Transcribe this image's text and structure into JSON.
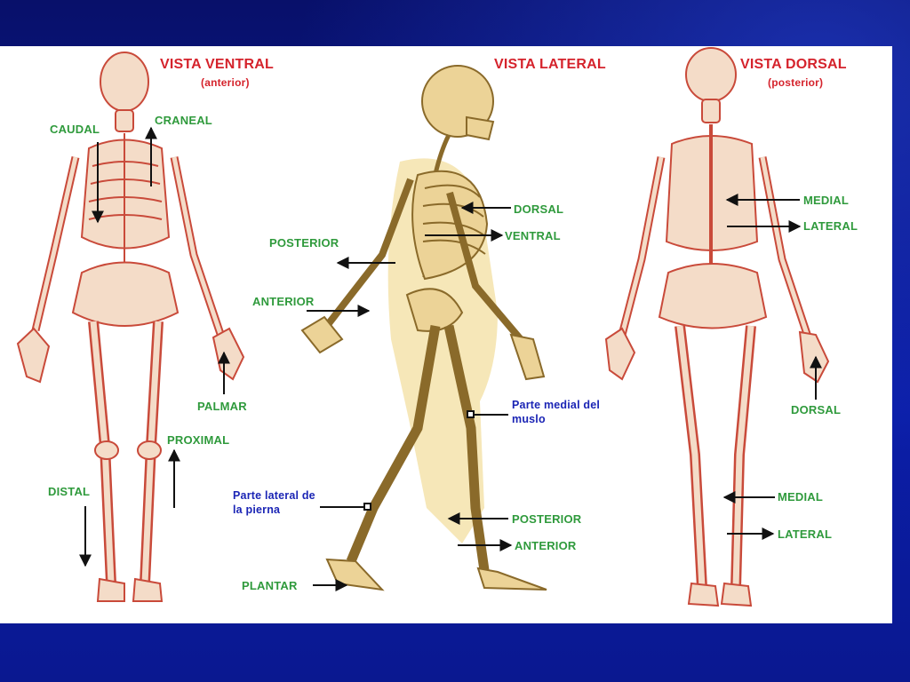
{
  "colors": {
    "background": "#0b1a9c",
    "panel": "#ffffff",
    "title": "#d5232c",
    "term": "#2f9a3c",
    "part": "#1b25b5",
    "bone": "#f2d9c4",
    "bone_outline": "#c94a3a",
    "lateral_bone": "#e9cf92",
    "lateral_body": "#f6e7b8"
  },
  "views": {
    "ventral": {
      "title": "VISTA VENTRAL",
      "subtitle": "(anterior)"
    },
    "lateral": {
      "title": "VISTA LATERAL"
    },
    "dorsal": {
      "title": "VISTA DORSAL",
      "subtitle": "(posterior)"
    }
  },
  "labels": {
    "caudal": "CAUDAL",
    "craneal": "CRANEAL",
    "palmar": "PALMAR",
    "proximal": "PROXIMAL",
    "distal": "DISTAL",
    "posterior_arm": "POSTERIOR",
    "anterior_arm": "ANTERIOR",
    "dorsal_chest": "DORSAL",
    "ventral_chest": "VENTRAL",
    "medial_thigh": "Parte medial del muslo",
    "lateral_leg": "Parte lateral de la pierna",
    "posterior_leg": "POSTERIOR",
    "anterior_leg": "ANTERIOR",
    "plantar": "PLANTAR",
    "medial_back": "MEDIAL",
    "lateral_back": "LATERAL",
    "dorsal_hand": "DORSAL",
    "medial_leg": "MEDIAL",
    "lateral_leg_back": "LATERAL"
  },
  "icons": {
    "arrow": "arrow-icon",
    "marker": "square-marker-icon"
  }
}
